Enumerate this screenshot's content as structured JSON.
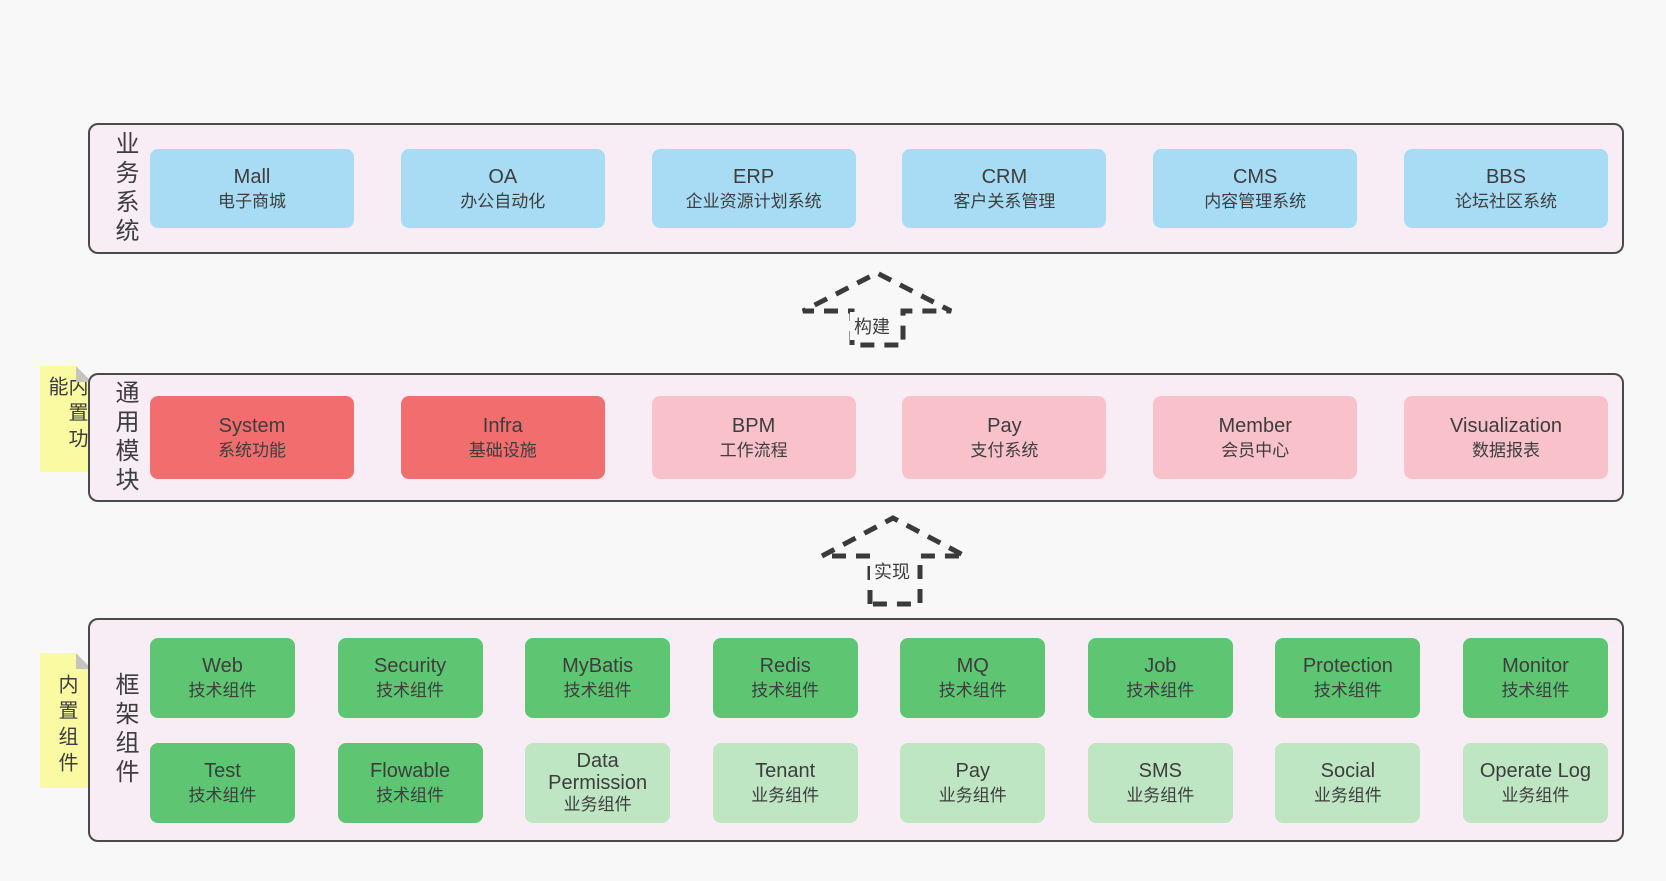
{
  "diagram": {
    "kind": "software-architecture-diagram",
    "colors": {
      "page_bg": "#f8f8f8",
      "container_bg": "#f8edf5",
      "container_border": "#4a4a4a",
      "blue_card": "#a8dcf5",
      "red_card": "#f26d6d",
      "pink_card": "#f9c2cb",
      "green_card": "#5ec573",
      "light_green_card": "#bfe6c3",
      "sticky_yellow": "#fafaa2",
      "sticky_fold": "#c4c4c4",
      "text": "#3d3d3d"
    }
  },
  "arrows": [
    {
      "label": "构建"
    },
    {
      "label": "实现"
    }
  ],
  "sections": {
    "business": {
      "label": "业务系统",
      "items": [
        {
          "title": "Mall",
          "subtitle": "电子商城",
          "variant": "blue"
        },
        {
          "title": "OA",
          "subtitle": "办公自动化",
          "variant": "blue"
        },
        {
          "title": "ERP",
          "subtitle": "企业资源计划系统",
          "variant": "blue"
        },
        {
          "title": "CRM",
          "subtitle": "客户关系管理",
          "variant": "blue"
        },
        {
          "title": "CMS",
          "subtitle": "内容管理系统",
          "variant": "blue"
        },
        {
          "title": "BBS",
          "subtitle": "论坛社区系统",
          "variant": "blue"
        }
      ]
    },
    "modules": {
      "label": "通用模块",
      "sticky": "内置功能",
      "items": [
        {
          "title": "System",
          "subtitle": "系统功能",
          "variant": "red"
        },
        {
          "title": "Infra",
          "subtitle": "基础设施",
          "variant": "red"
        },
        {
          "title": "BPM",
          "subtitle": "工作流程",
          "variant": "pink"
        },
        {
          "title": "Pay",
          "subtitle": "支付系统",
          "variant": "pink"
        },
        {
          "title": "Member",
          "subtitle": "会员中心",
          "variant": "pink"
        },
        {
          "title": "Visualization",
          "subtitle": "数据报表",
          "variant": "pink"
        }
      ]
    },
    "components": {
      "label": "框架组件",
      "sticky": "内置组件",
      "rows": [
        [
          {
            "title": "Web",
            "subtitle": "技术组件",
            "variant": "green"
          },
          {
            "title": "Security",
            "subtitle": "技术组件",
            "variant": "green"
          },
          {
            "title": "MyBatis",
            "subtitle": "技术组件",
            "variant": "green"
          },
          {
            "title": "Redis",
            "subtitle": "技术组件",
            "variant": "green"
          },
          {
            "title": "MQ",
            "subtitle": "技术组件",
            "variant": "green"
          },
          {
            "title": "Job",
            "subtitle": "技术组件",
            "variant": "green"
          },
          {
            "title": "Protection",
            "subtitle": "技术组件",
            "variant": "green"
          },
          {
            "title": "Monitor",
            "subtitle": "技术组件",
            "variant": "green"
          }
        ],
        [
          {
            "title": "Test",
            "subtitle": "技术组件",
            "variant": "green"
          },
          {
            "title": "Flowable",
            "subtitle": "技术组件",
            "variant": "green"
          },
          {
            "title": "Data Permission",
            "subtitle": "业务组件",
            "variant": "light-green"
          },
          {
            "title": "Tenant",
            "subtitle": "业务组件",
            "variant": "light-green"
          },
          {
            "title": "Pay",
            "subtitle": "业务组件",
            "variant": "light-green"
          },
          {
            "title": "SMS",
            "subtitle": "业务组件",
            "variant": "light-green"
          },
          {
            "title": "Social",
            "subtitle": "业务组件",
            "variant": "light-green"
          },
          {
            "title": "Operate Log",
            "subtitle": "业务组件",
            "variant": "light-green"
          }
        ]
      ]
    }
  }
}
